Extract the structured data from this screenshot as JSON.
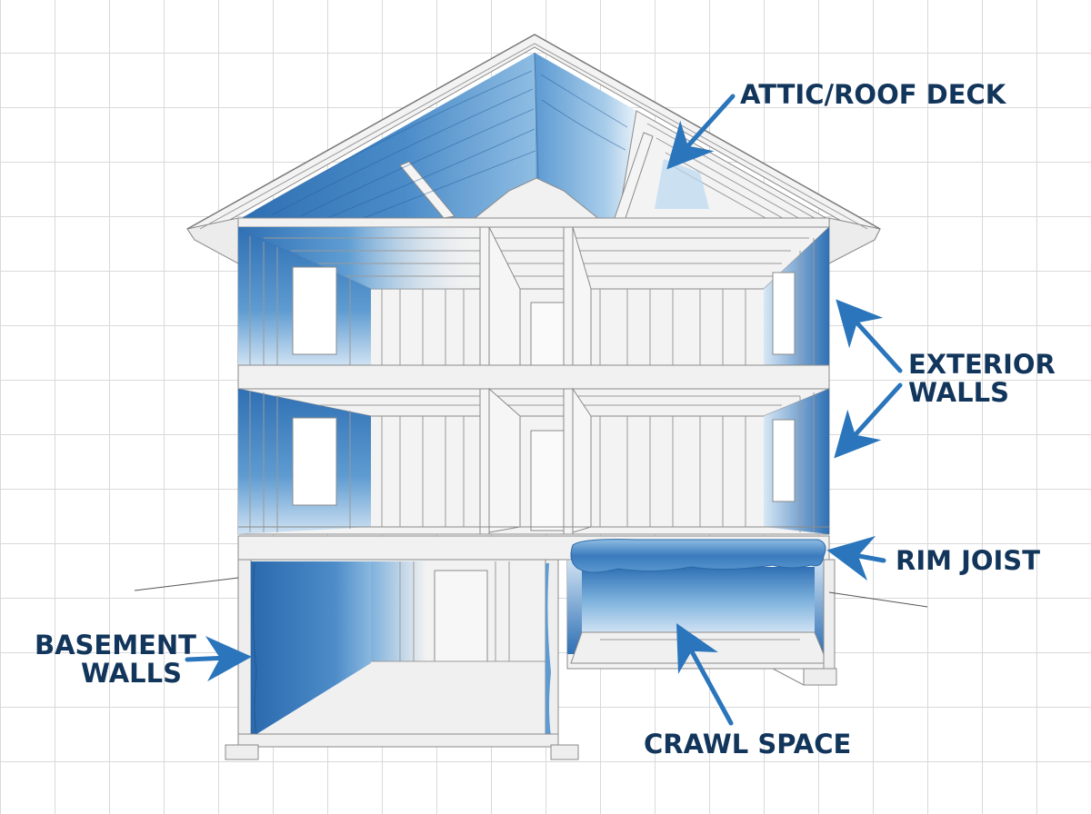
{
  "diagram": {
    "subject": "House cross-section insulation locations",
    "background": "grid",
    "colors": {
      "label_text": "#12355b",
      "arrow": "#2a75bb",
      "insulation_dark": "#2d6fb3",
      "insulation_light": "#cfe2f3",
      "framing": "#f1f1f1",
      "framing_line": "#8a8a8a",
      "grid_line": "#d9d9d9"
    },
    "labels": [
      {
        "id": "attic",
        "text": "ATTIC/ROOF DECK"
      },
      {
        "id": "exterior_line1",
        "text": "EXTERIOR"
      },
      {
        "id": "exterior_line2",
        "text": "WALLS"
      },
      {
        "id": "rim",
        "text": "RIM JOIST"
      },
      {
        "id": "basement_line1",
        "text": "BASEMENT"
      },
      {
        "id": "basement_line2",
        "text": "WALLS"
      },
      {
        "id": "crawl",
        "text": "CRAWL SPACE"
      }
    ]
  }
}
